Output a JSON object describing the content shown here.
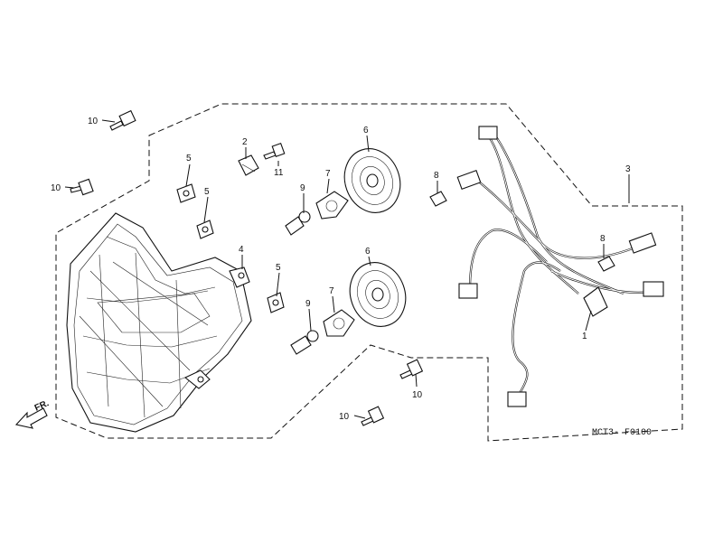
{
  "diagram": {
    "code": "MCT3- F0100",
    "direction_label": "FR.",
    "callouts": {
      "c1": "1",
      "c2": "2",
      "c3": "3",
      "c4": "4",
      "c5a": "5",
      "c5b": "5",
      "c5c": "5",
      "c6a": "6",
      "c6b": "6",
      "c7a": "7",
      "c7b": "7",
      "c8a": "8",
      "c8b": "8",
      "c9a": "9",
      "c9b": "9",
      "c10a": "10",
      "c10b": "10",
      "c10c": "10",
      "c10d": "10",
      "c11": "11"
    }
  }
}
